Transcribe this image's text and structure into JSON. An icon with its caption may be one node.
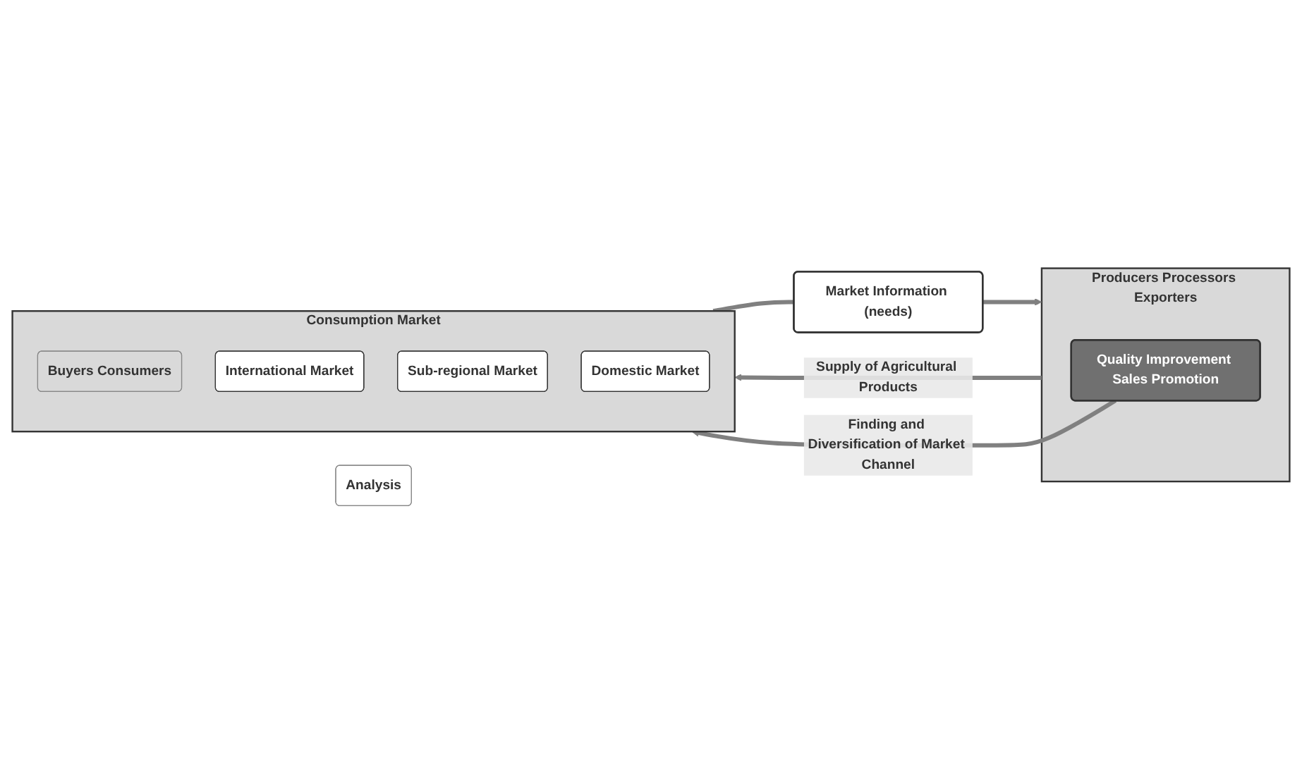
{
  "diagram": {
    "nodes": [
      {
        "text": [
          "Consumption Market"
        ]
      },
      {
        "text": [
          "Buyers Consumers"
        ],
        "in": 0
      },
      {
        "text": [
          "International Market"
        ],
        "in": 0
      },
      {
        "text": [
          "Sub-regional Market"
        ],
        "in": 0
      },
      {
        "text": [
          "Domestic Market"
        ],
        "in": 0
      },
      {
        "text": [
          "Producers Processors Exporters"
        ]
      },
      {
        "text": [
          "Quality Improvement Sales Promotion"
        ],
        "in": 5
      },
      {
        "text": [
          "Market Information (needs)"
        ]
      },
      {
        "text": [
          "Analysis"
        ]
      }
    ],
    "edges": [
      {
        "from": 5,
        "to": 0,
        "arrow": "to",
        "label": "Supply of Agricultural Products"
      },
      {
        "from": 6,
        "to": 0,
        "arrow": "to",
        "label": "Finding and Diversification of Market Channel"
      },
      {
        "from": 0,
        "to": 7,
        "arrow": "none"
      },
      {
        "from": 7,
        "to": 5,
        "arrow": "to"
      }
    ]
  }
}
